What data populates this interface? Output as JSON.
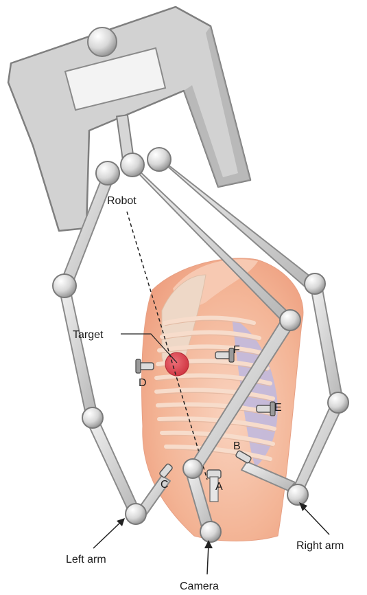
{
  "labels": {
    "robot": "Robot",
    "target": "Target",
    "left_arm": "Left arm",
    "right_arm": "Right arm",
    "camera": "Camera"
  },
  "ports": {
    "a": "A",
    "b": "B",
    "c": "C",
    "d": "D",
    "e": "E",
    "f": "F"
  },
  "colors": {
    "frame": "#cfcfcf",
    "frame_dark": "#8e8e8e",
    "joint": "#e6e6e6",
    "skin": "#f4b89e",
    "skin_light": "#f9d4c0",
    "rib": "#f7d9c8",
    "target": "#d9434f",
    "lung": "#b9b4d9"
  }
}
